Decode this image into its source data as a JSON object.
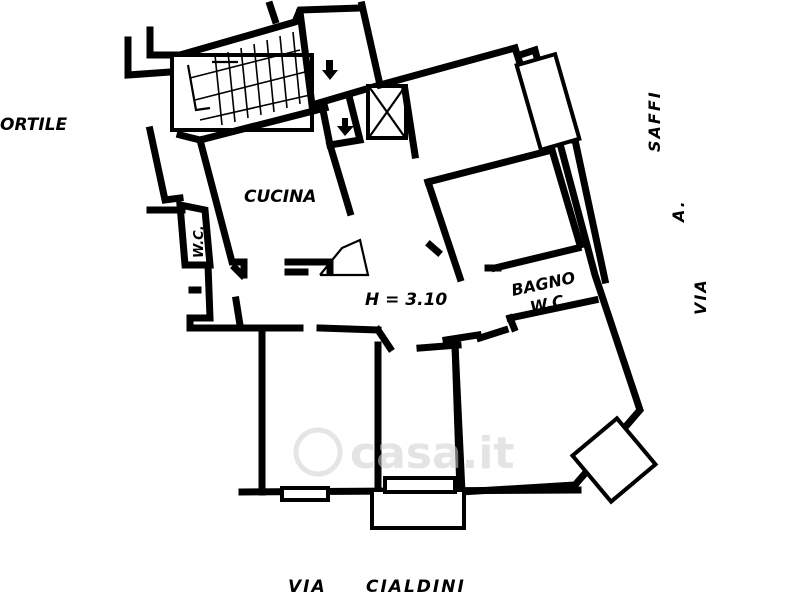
{
  "labels": {
    "cortile": "ORTILE",
    "cucina": "CUCINA",
    "wc_small": "W.C.",
    "height": "H = 3.10",
    "bagno": "BAGNO",
    "bagno_wc": "W.C",
    "via_saffi_via": "VIA",
    "via_saffi_a": "A.",
    "via_saffi_name": "SAFFI",
    "via_cialdini_via": "VIA",
    "via_cialdini_name": "CIALDINI"
  },
  "watermark": "casa.it"
}
